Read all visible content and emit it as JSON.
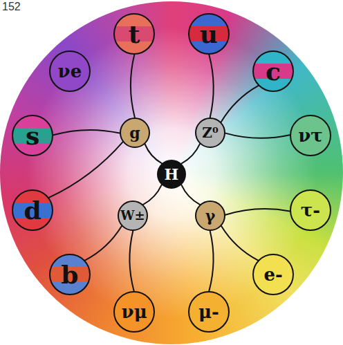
{
  "diagram": {
    "nodes": [
      {
        "text": [
          "t"
        ]
      },
      {
        "text": [
          "u"
        ]
      },
      {
        "text": [
          "c"
        ]
      },
      {
        "text": [
          "ντ"
        ]
      },
      {
        "text": [
          "τ-"
        ]
      },
      {
        "text": [
          "e-"
        ]
      },
      {
        "text": [
          "μ-"
        ]
      },
      {
        "text": [
          "νμ"
        ]
      },
      {
        "text": [
          "b"
        ]
      },
      {
        "text": [
          "d"
        ]
      },
      {
        "text": [
          "s"
        ]
      },
      {
        "text": [
          "νe"
        ]
      },
      {
        "text": [
          "g"
        ]
      },
      {
        "text": [
          "Z⁰"
        ]
      },
      {
        "text": [
          "H"
        ]
      },
      {
        "text": [
          "W±"
        ]
      },
      {
        "text": [
          "γ"
        ]
      }
    ],
    "edges": [
      {
        "from": 14,
        "to": 12,
        "arrow": "none"
      },
      {
        "from": 14,
        "to": 13,
        "arrow": "none"
      },
      {
        "from": 14,
        "to": 15,
        "arrow": "none"
      },
      {
        "from": 14,
        "to": 16,
        "arrow": "none"
      },
      {
        "from": 12,
        "to": 0,
        "arrow": "none"
      },
      {
        "from": 12,
        "to": 10,
        "arrow": "none"
      },
      {
        "from": 12,
        "to": 9,
        "arrow": "none"
      },
      {
        "from": 13,
        "to": 1,
        "arrow": "none"
      },
      {
        "from": 13,
        "to": 2,
        "arrow": "none"
      },
      {
        "from": 13,
        "to": 3,
        "arrow": "none"
      },
      {
        "from": 15,
        "to": 8,
        "arrow": "none"
      },
      {
        "from": 15,
        "to": 7,
        "arrow": "none"
      },
      {
        "from": 16,
        "to": 4,
        "arrow": "none"
      },
      {
        "from": 16,
        "to": 5,
        "arrow": "none"
      },
      {
        "from": 16,
        "to": 6,
        "arrow": "none"
      }
    ],
    "labels": [
      "152"
    ]
  }
}
